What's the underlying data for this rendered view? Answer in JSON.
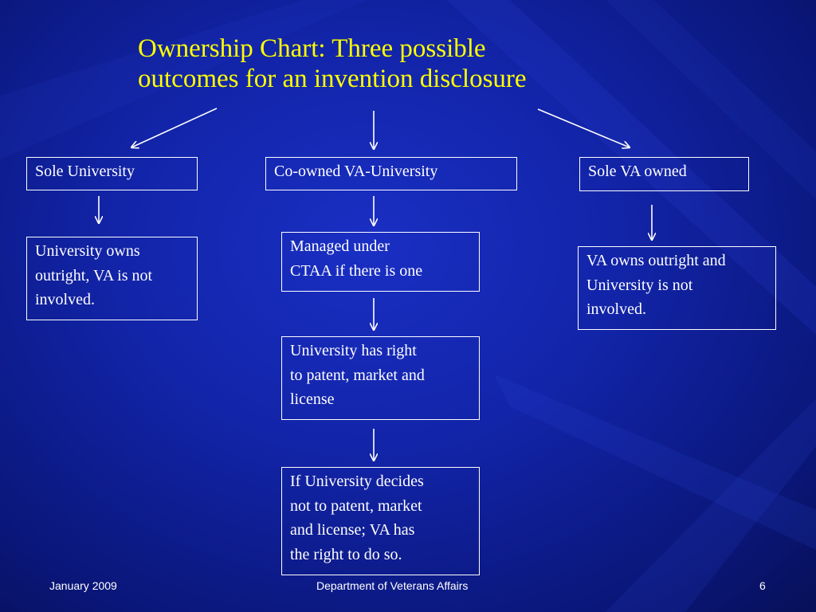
{
  "slide": {
    "title_lines": [
      "Ownership Chart: Three possible",
      "outcomes for an invention disclosure"
    ],
    "outcomes": {
      "sole_university": {
        "label": "Sole University",
        "details": [
          "University owns\noutright, VA is not\ninvolved."
        ]
      },
      "co_owned": {
        "label": "Co-owned VA-University",
        "details": [
          "Managed under\nCTAA if there is one",
          "University has right\nto patent, market and\nlicense",
          "If University decides\nnot to patent, market\nand license; VA has\nthe right to do so."
        ]
      },
      "sole_va": {
        "label": "Sole VA owned",
        "details": [
          "VA owns outright and\nUniversity is not\ninvolved."
        ]
      }
    },
    "footer": {
      "date": "January 2009",
      "organization": "Department of Veterans Affairs",
      "page_number": "6"
    },
    "colors": {
      "background": "#1224a8",
      "title": "#ffff00",
      "text": "#ffffff",
      "border": "#ffffff"
    }
  }
}
